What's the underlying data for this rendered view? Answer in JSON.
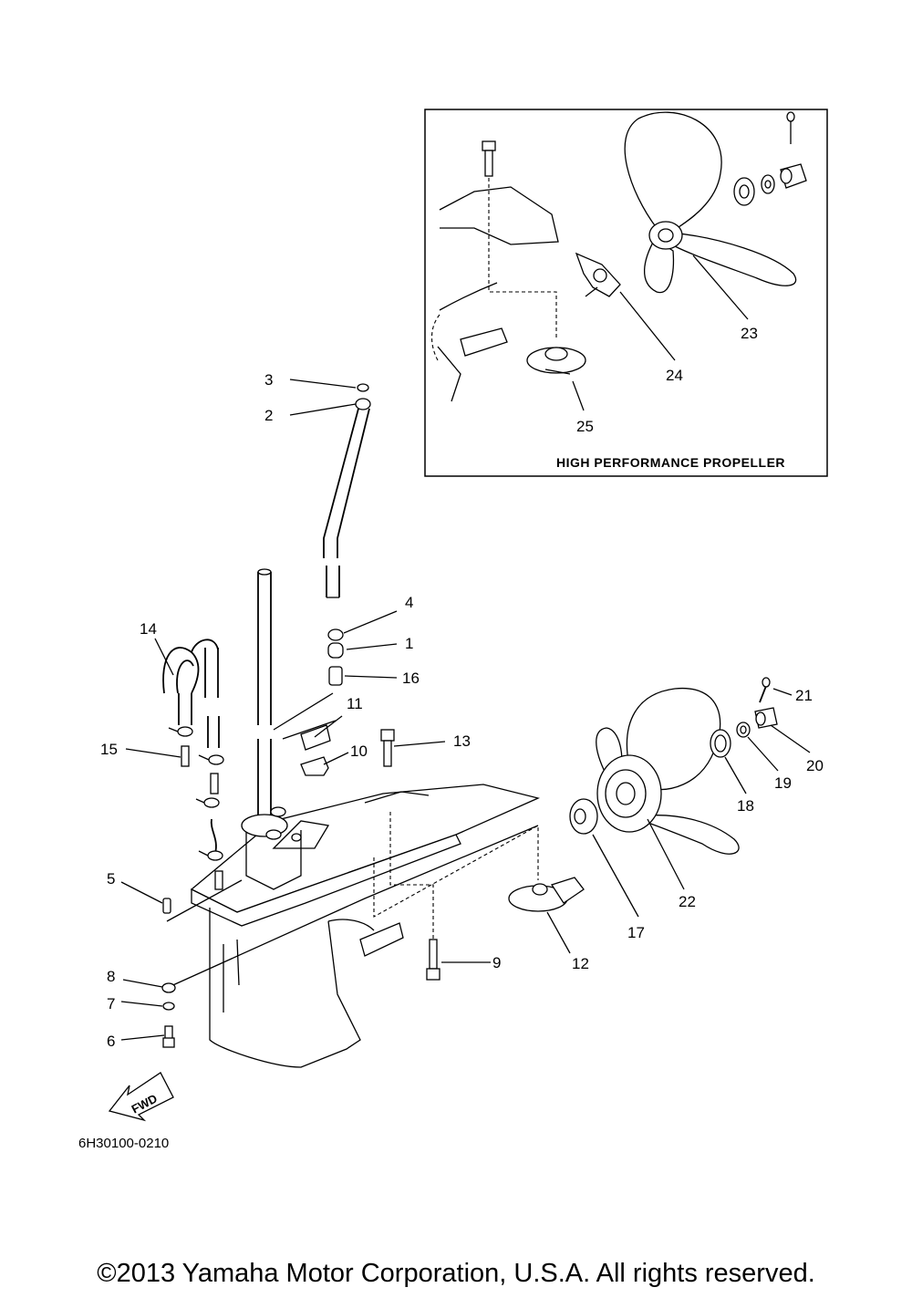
{
  "inset": {
    "title": "HIGH PERFORMANCE PROPELLER"
  },
  "diagram_code": "6H30100-0210",
  "fwd_label": "FWD",
  "copyright": "©2013 Yamaha Motor Corporation, U.S.A. All rights reserved.",
  "callouts": {
    "c1": "1",
    "c2": "2",
    "c3": "3",
    "c4": "4",
    "c5": "5",
    "c6": "6",
    "c7": "7",
    "c8": "8",
    "c9": "9",
    "c10": "10",
    "c11": "11",
    "c12": "12",
    "c13": "13",
    "c14": "14",
    "c15": "15",
    "c16": "16",
    "c17": "17",
    "c18": "18",
    "c19": "19",
    "c20": "20",
    "c21": "21",
    "c22": "22",
    "c23": "23",
    "c24": "24",
    "c25": "25"
  }
}
